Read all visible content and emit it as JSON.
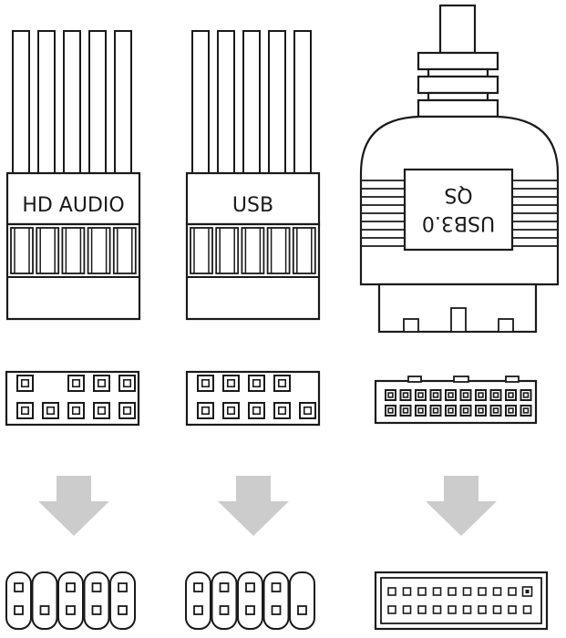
{
  "connectors": [
    {
      "id": "hd-audio",
      "label": "HD AUDIO"
    },
    {
      "id": "usb",
      "label": "USB"
    },
    {
      "id": "usb3",
      "label_line1": "USB3.0",
      "label_line2": "QS"
    }
  ],
  "colors": {
    "line": "#1a1a1a",
    "arrow": "#cccccc",
    "background": "#ffffff"
  },
  "icons": [
    "down-arrow-icon",
    "down-arrow-icon",
    "down-arrow-icon"
  ]
}
